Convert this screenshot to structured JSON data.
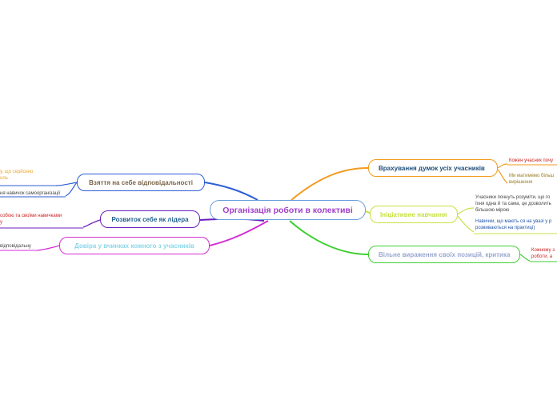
{
  "central": "Організація роботи в колективі",
  "colors": {
    "blue": "#2e5ed6",
    "purple": "#6a1fbf",
    "magenta": "#d42fd4",
    "orange": "#f39a1d",
    "lime": "#c8e042",
    "green": "#3ecf32"
  },
  "branches": {
    "responsibility": {
      "label": "Взяття на себе відповідальності",
      "leaf1": "у, що серйозно",
      "leaf1b": "оль",
      "leaf2": "ня навичок самоорганізації"
    },
    "leader": {
      "label": "Розвиток себе як лідера",
      "leaf1": "собою та своїми навичками",
      "leaf1b": "у"
    },
    "trust": {
      "label": "Довіра у вчинках кожного з учасників",
      "leaf1": "відповідальну"
    },
    "opinions": {
      "label": "Врахування думок усіх учасників",
      "leaf1": "Кожен учасник почу",
      "leaf2": "Ми матимемо більш",
      "leaf2b": "вирішення"
    },
    "learning": {
      "label": "Ініціативне навчання",
      "leaf1": "Учасники почнуть розуміти, що го",
      "leaf1b": "їхня одна й та сама, це дозволить",
      "leaf1c": "більшою мірою",
      "leaf2": "Навички, що мають ся на увазі у р",
      "leaf2b": "розвиваються на практиці)"
    },
    "critique": {
      "label": "Вільне вираження своїх позицій, критика",
      "leaf1": "Кожному з",
      "leaf1b": "роботи, а"
    }
  }
}
